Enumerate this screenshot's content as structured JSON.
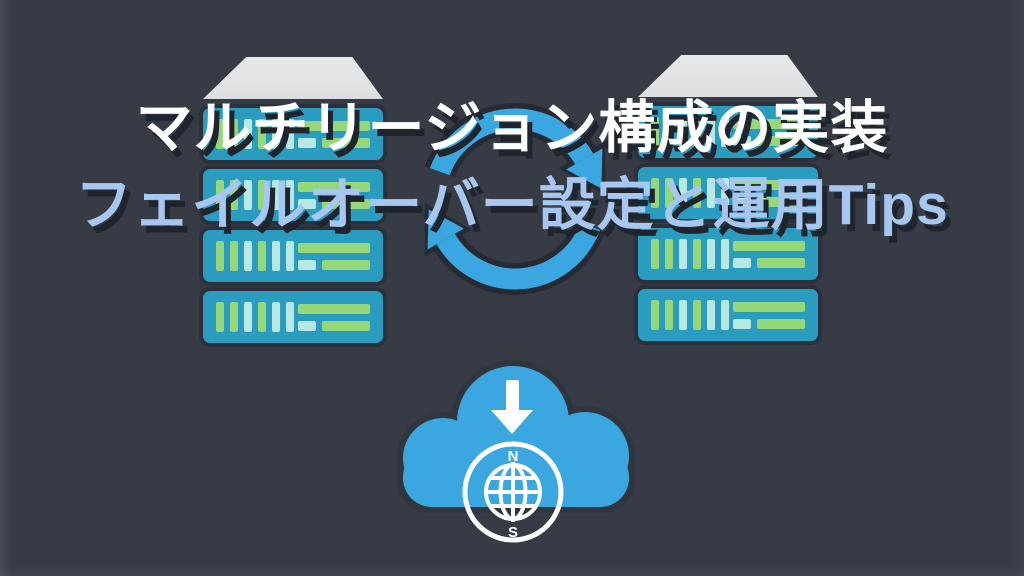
{
  "title": {
    "line1": "マルチリージョン構成の実装",
    "line2": "フェイルオーバー設定と運用Tips"
  },
  "compass": {
    "north": "N",
    "south": "S"
  },
  "colors": {
    "background": "#363b45",
    "outline": "#2b303a",
    "halo": "#30353e",
    "sync_halo": "#262b33",
    "rack_body": "#2a9cc0",
    "rack_lid": "#e7e9e9",
    "bar_green": "#95d779",
    "bar_cyan": "#b7e8e1",
    "icon_blue": "#3aa7e1",
    "icon_white": "#ffffff",
    "title_color": "#ffffff",
    "subtitle_color": "#a8c7f0",
    "text_shadow": "#20242d"
  },
  "icons": {
    "sync-icon": "⟳",
    "download-arrow-icon": "↓",
    "globe-icon": "🌐",
    "cloud-icon": "☁",
    "server-rack-icon": "🗄"
  },
  "rack": {
    "vbar_pattern": [
      "green",
      "green",
      "cyan",
      "green",
      "cyan",
      "cyan"
    ],
    "hbar_rows": [
      [
        "green-full"
      ],
      [
        "cyan-sm",
        "green-md"
      ]
    ]
  }
}
